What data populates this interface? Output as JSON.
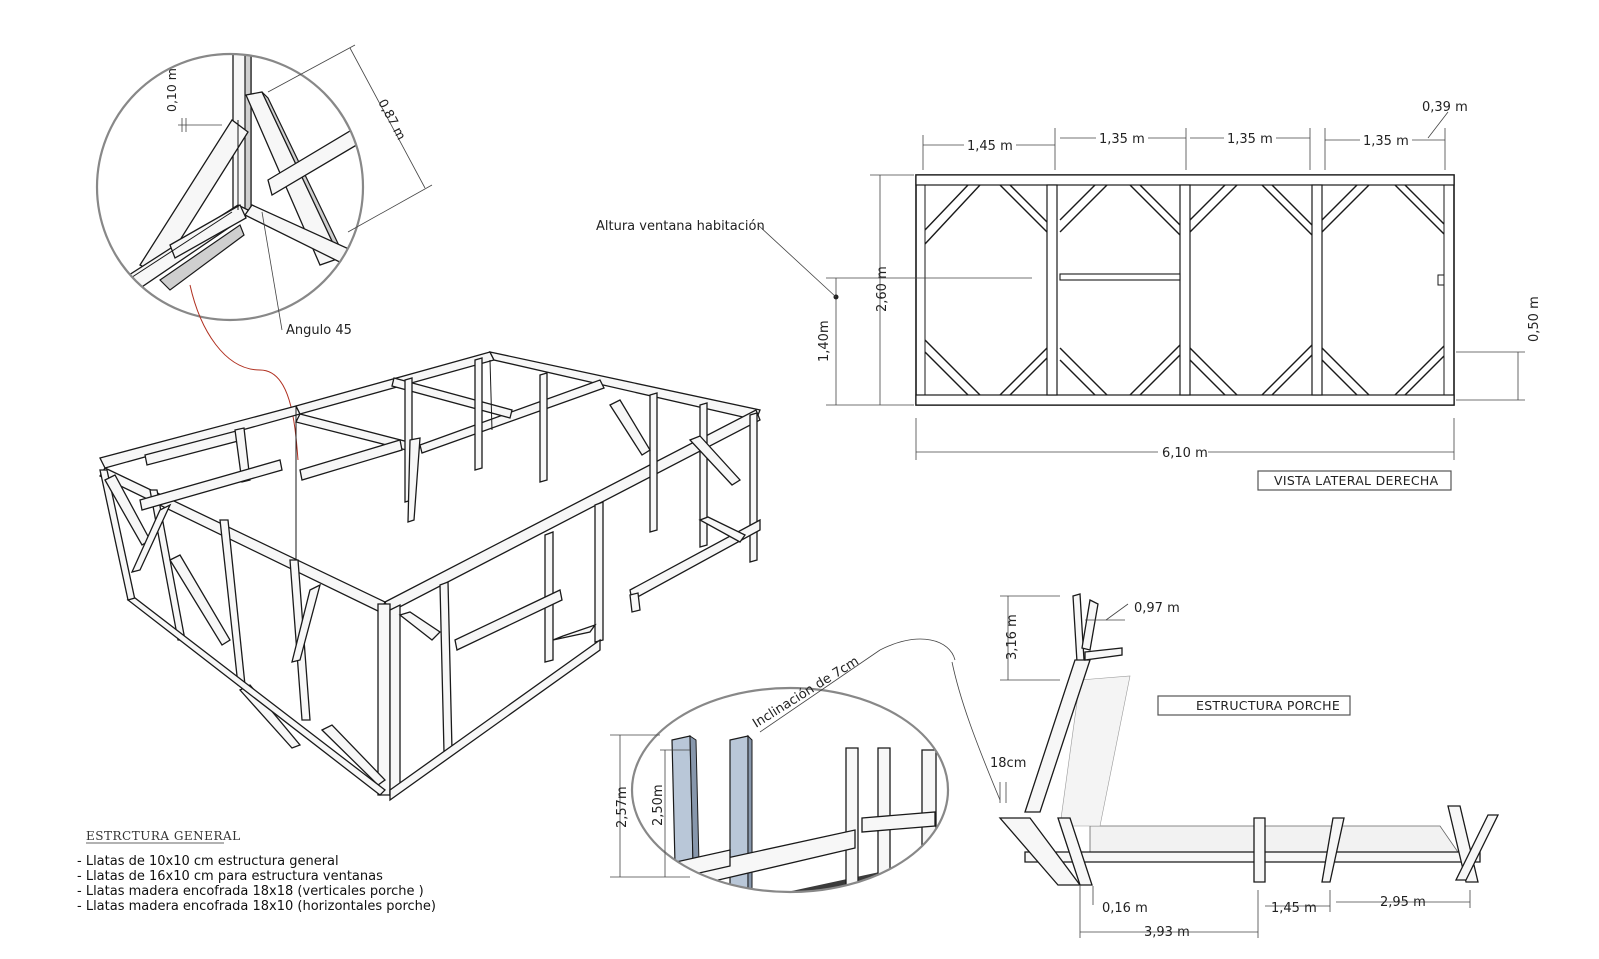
{
  "detail_top": {
    "dim_thickness": "0,10 m",
    "dim_length": "0,87 m",
    "angle_label": "Angulo 45"
  },
  "side_view": {
    "dims_top": [
      "1,45 m",
      "1,35 m",
      "1,35 m",
      "1,35 m"
    ],
    "dim_end": "0,39 m",
    "dim_height": "2,60 m",
    "dim_window": "1,40m",
    "dim_door": "0,50 m",
    "dim_total": "6,10 m",
    "window_label": "Altura ventana habitación",
    "title": "VISTA LATERAL DERECHA"
  },
  "porch": {
    "dim_height": "3,16 m",
    "dim_arm": "0,97 m",
    "dim_section": "18cm",
    "dim_foot": "0,16 m",
    "dim_span_a": "3,93 m",
    "dim_span_b": "1,45 m",
    "dim_span_c": "2,95 m",
    "title": "ESTRUCTURA PORCHE"
  },
  "detail_bottom": {
    "incline_label": "Inclinación de 7cm",
    "dim_outer": "2,57m",
    "dim_inner": "2,50m"
  },
  "legend": {
    "title": "ESTRCTURA GENERAL",
    "items": [
      "- Llatas de 10x10 cm estructura general",
      "- Llatas de 16x10 cm para estructura ventanas",
      "- Llatas madera encofrada 18x18 (verticales porche )",
      "- Llatas madera encofrada 18x10 (horizontales porche)"
    ]
  }
}
